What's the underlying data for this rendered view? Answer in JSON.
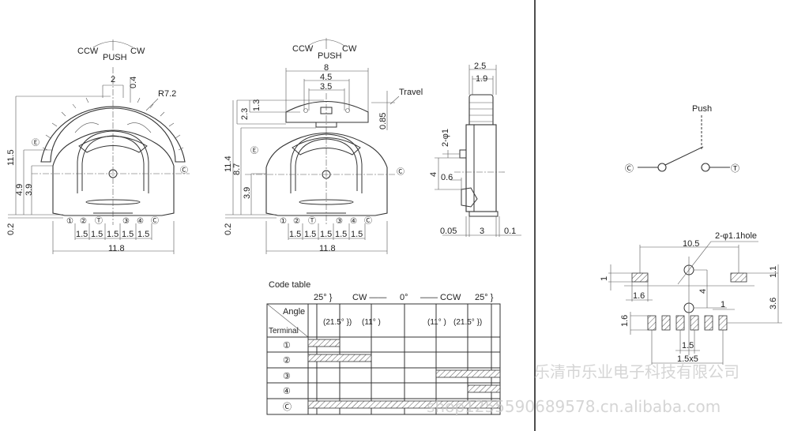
{
  "rotation_labels": {
    "ccw": "CCW",
    "push": "PUSH",
    "cw": "CW"
  },
  "front_view_1": {
    "dims": {
      "top_width": "2",
      "top_offset": "0.4",
      "radius": "R7.2",
      "height": "11.5",
      "h1": "4.9",
      "h2": "3.9",
      "base": "0.2",
      "pitch": "1.5",
      "width": "11.8"
    },
    "terminal_labels": [
      "①",
      "②",
      "Ⓣ",
      "③",
      "④",
      "Ⓒ"
    ],
    "marks": {
      "e": "Ⓔ",
      "c": "Ⓒ"
    }
  },
  "front_view_2": {
    "dims": {
      "w_outer": "8",
      "w_mid": "4.5",
      "w_inner": "3.5",
      "travel": "Travel",
      "h_top1": "2.3",
      "h_top2": "1.3",
      "travel_val": "0.85",
      "height": "11.4",
      "h1": "8.7",
      "h2": "3.9",
      "base": "0.2",
      "pitch": "1.5",
      "width": "11.8"
    },
    "terminal_labels": [
      "①",
      "②",
      "Ⓣ",
      "③",
      "④",
      "Ⓒ"
    ],
    "marks": {
      "e": "Ⓔ",
      "c": "Ⓒ"
    }
  },
  "side_view": {
    "dims": {
      "w_outer": "2.5",
      "w_inner": "1.9",
      "holes": "2-φ1",
      "spacing": "4",
      "offset": "0.6",
      "left": "0.05",
      "depth": "3",
      "right": "0.1"
    }
  },
  "schematic": {
    "push_label": "Push",
    "left_terminal": "Ⓒ",
    "right_terminal": "Ⓣ"
  },
  "footprint": {
    "dims": {
      "span": "10.5",
      "holes": "2-φ1.1hole",
      "pad_h": "1",
      "pad_off": "1.1",
      "pad_w": "1.6",
      "hole_spacing": "4",
      "row_off": "3.6",
      "pad_pitch_w": "1",
      "row_pad_h": "1.6",
      "pitch": "1.5",
      "total": "1.5x5"
    }
  },
  "code_table": {
    "title": "Code table",
    "header_top": {
      "left_25": "25° }",
      "cw": "CW ——",
      "zero": "0°",
      "ccw": "—— CCW",
      "right_25": "25° }"
    },
    "header_angle": "Angle",
    "header_terminal": "Terminal",
    "angle_labels": [
      "(21.5° })",
      "(11° )",
      "(11° )",
      "(21.5° })"
    ],
    "rows": [
      {
        "terminal": "①",
        "on_from": -25,
        "on_to": -21.5
      },
      {
        "terminal": "②",
        "on_from": -25,
        "on_to": -11
      },
      {
        "terminal": "③",
        "on_from": 11,
        "on_to": 25
      },
      {
        "terminal": "④",
        "on_from": 21.5,
        "on_to": 25
      },
      {
        "terminal": "Ⓒ",
        "on_from": -25,
        "on_to": 25
      }
    ]
  },
  "watermark": {
    "company": "乐清市乐业电子科技有限公司",
    "url": "shop1255590689578.cn.alibaba.com"
  }
}
